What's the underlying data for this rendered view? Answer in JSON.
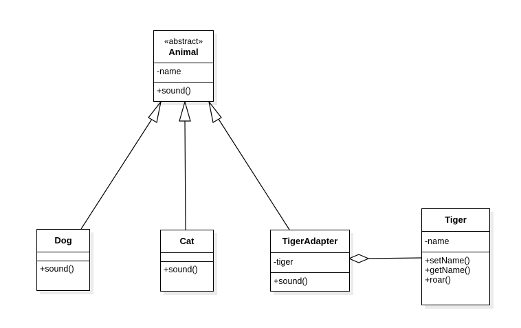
{
  "classes": {
    "animal": {
      "stereotype": "«abstract»",
      "name": "Animal",
      "attributes": [
        "-name"
      ],
      "operations": [
        "+sound()"
      ]
    },
    "dog": {
      "name": "Dog",
      "attributes": [],
      "operations": [
        "+sound()"
      ]
    },
    "cat": {
      "name": "Cat",
      "attributes": [],
      "operations": [
        "+sound()"
      ]
    },
    "tiger_adapter": {
      "name": "TigerAdapter",
      "attributes": [
        "-tiger"
      ],
      "operations": [
        "+sound()"
      ]
    },
    "tiger": {
      "name": "Tiger",
      "attributes": [
        "-name"
      ],
      "operations": [
        "+setName()",
        "+getName()",
        "+roar()"
      ]
    }
  },
  "relationships": [
    {
      "type": "generalization",
      "from": "Dog",
      "to": "Animal"
    },
    {
      "type": "generalization",
      "from": "Cat",
      "to": "Animal"
    },
    {
      "type": "generalization",
      "from": "TigerAdapter",
      "to": "Animal"
    },
    {
      "type": "aggregation",
      "whole": "TigerAdapter",
      "part": "Tiger"
    }
  ]
}
